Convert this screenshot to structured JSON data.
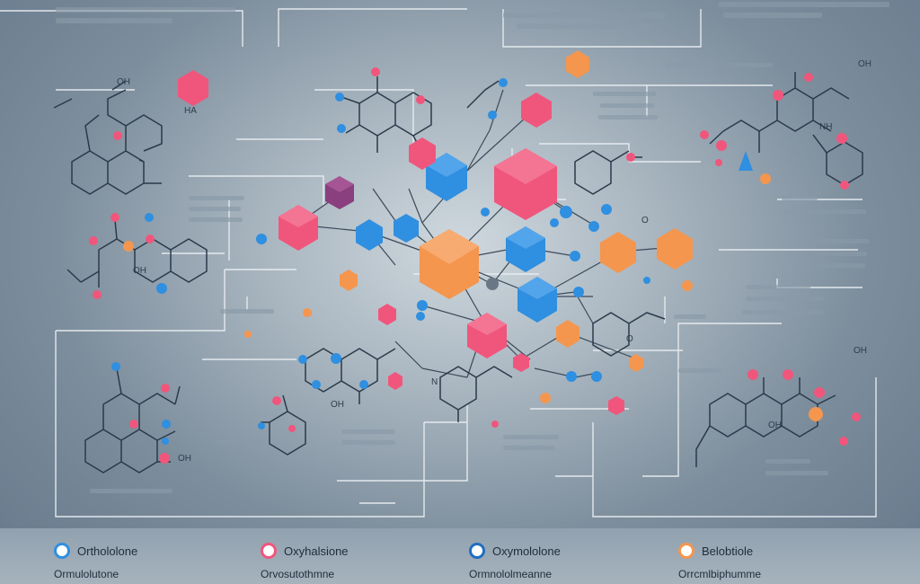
{
  "diagram": {
    "colors": {
      "pink": "#f0567c",
      "blue": "#2f8fe0",
      "orange": "#f4964e",
      "purple": "#8a3f7e",
      "line": "#e8edf1",
      "ink": "#243444"
    },
    "atoms": {
      "oh_left": "OH",
      "ha_label": "HA",
      "oh_mid": "OH",
      "oh_right": "OH",
      "oh_bottom": "OH",
      "o_center": "O",
      "o_lower": "O",
      "n_label": "N",
      "oh_lower_mid": "OH",
      "oh_far_right": "OH",
      "oh_lower_right": "OH",
      "nh_right": "NH"
    }
  },
  "legend": [
    {
      "name": "Orthololone",
      "color": "#2f8fe0",
      "sub": "Ormulolutone"
    },
    {
      "name": "Oxyhalsione",
      "color": "#f0567c",
      "sub": "Orvosutothmne"
    },
    {
      "name": "Oxymololone",
      "color": "#1f6fc0",
      "sub": "Ormnololmeanne"
    },
    {
      "name": "Belobtiole",
      "color": "#f4964e",
      "sub": "Orrcmlbiphumme"
    }
  ]
}
